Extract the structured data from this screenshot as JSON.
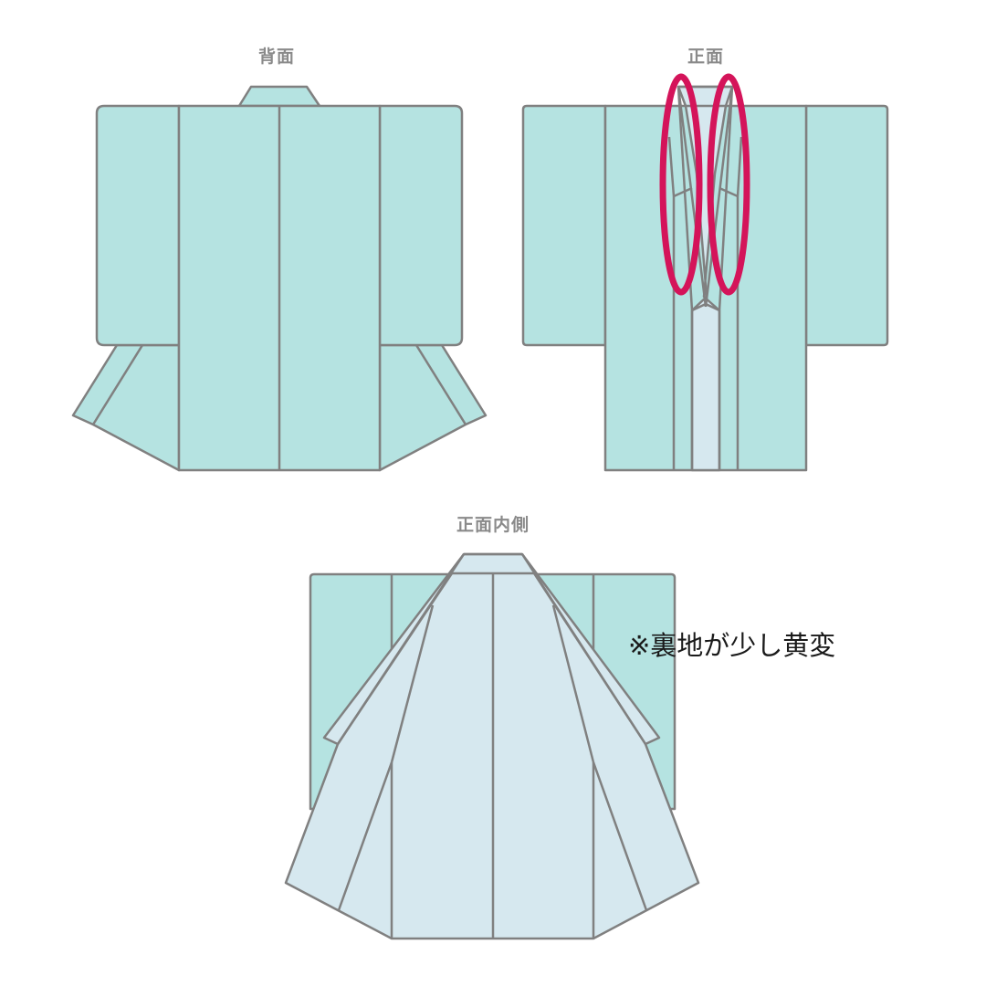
{
  "labels": {
    "back": "背面",
    "front": "正面",
    "front_inside": "正面内側"
  },
  "note": "※裏地が少し黄変",
  "colors": {
    "outer_fabric": "#b5e3e1",
    "lining": "#d6e8ef",
    "line": "#808080",
    "highlight": "#d4145a",
    "label_text": "#8a8a8a"
  },
  "highlights": [
    {
      "view": "front",
      "target": "left-collar",
      "shape": "ellipse"
    },
    {
      "view": "front",
      "target": "right-collar",
      "shape": "ellipse"
    }
  ]
}
